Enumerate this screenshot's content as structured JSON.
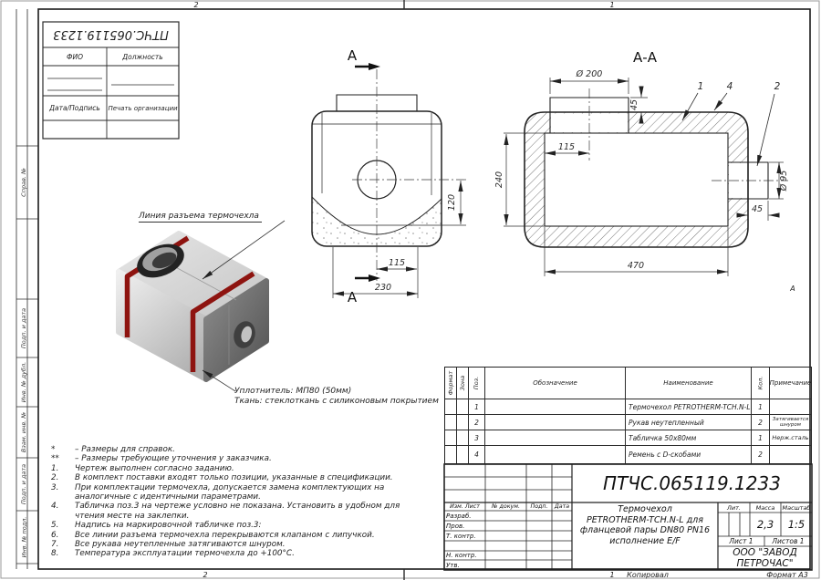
{
  "frame": {
    "zone_top_left": "2",
    "zone_top_right": "1",
    "zone_bottom_left": "2",
    "zone_bottom_right": "1",
    "zone_right": "А",
    "footer_copy": "Копировал",
    "footer_format": "Формат А3"
  },
  "left_margin": {
    "labels": [
      "Справ. №",
      "Подп. и дата",
      "Инв. № дубл.",
      "Взам. инв. №",
      "Подп. и дата",
      "Инв. № подл."
    ]
  },
  "stamp": {
    "doc_number": "ПТЧС.065119.1233",
    "fio": "ФИО",
    "position": "Должность",
    "date_sign": "Дата/Подпись",
    "org_stamp": "Печать организации"
  },
  "front_view": {
    "section_letter": "А",
    "dim_120": "120",
    "dim_115": "115",
    "dim_230": "230"
  },
  "section_view": {
    "title": "А-А",
    "dim_d200": "Ø 200",
    "dim_45_top": "45",
    "dim_115": "115",
    "dim_240": "240",
    "dim_470": "470",
    "dim_d95": "Ø 95",
    "dim_45_right": "45",
    "callout_1": "1",
    "callout_4": "4",
    "callout_2": "2"
  },
  "iso_view": {
    "parting_line_label": "Линия разъема термочехла",
    "material_note_1": "Уплотнитель: МП80 (50мм)",
    "material_note_2": "Ткань: стеклоткань с силиконовым покрытием",
    "strap_color": "#8e1410"
  },
  "notes": [
    {
      "n": "*",
      "t": "– Размеры для справок."
    },
    {
      "n": "**",
      "t": "– Размеры требующие уточнения у заказчика."
    },
    {
      "n": "1.",
      "t": "Чертеж выполнен согласно заданию."
    },
    {
      "n": "2.",
      "t": "В комплект поставки входят только позиции, указанные в спецификации."
    },
    {
      "n": "3.",
      "t": "При комплектации термочехла, допускается замена комплектующих на аналогичные с идентичными параметрами."
    },
    {
      "n": "4.",
      "t": "Табличка поз.3 на чертеже условно не показана. Установить в удобном для чтения месте на заклепки."
    },
    {
      "n": "5.",
      "t": "Надпись на маркировочной табличке поз.3:"
    },
    {
      "n": "6.",
      "t": "Все линии разъема термочехла перекрываются клапаном с липучкой."
    },
    {
      "n": "7.",
      "t": "Все рукава неутепленные затягиваются шнуром."
    },
    {
      "n": "8.",
      "t": "Температура эксплуатации термочехла до +100°С."
    }
  ],
  "spec_table": {
    "headers": {
      "format": "Формат",
      "zone": "Зона",
      "pos": "Поз.",
      "designation": "Обозначение",
      "name": "Наименование",
      "qty": "Кол.",
      "note": "Примечание"
    },
    "rows": [
      {
        "pos": "1",
        "name": "Термочехол PETROTHERM-TCH.N-L",
        "qty": "1",
        "note": ""
      },
      {
        "pos": "2",
        "name": "Рукав неутепленный",
        "qty": "2",
        "note": "Затягивается шнуром"
      },
      {
        "pos": "3",
        "name": "Табличка 50х80мм",
        "qty": "1",
        "note": "Нерж.сталь"
      },
      {
        "pos": "4",
        "name": "Ремень с D-скобами",
        "qty": "2",
        "note": ""
      }
    ]
  },
  "title_block": {
    "doc_number": "ПТЧС.065119.1233",
    "col_izm": "Изм. Лист",
    "col_doc": "№ докум.",
    "col_sign": "Подп.",
    "col_date": "Дата",
    "row_razrab": "Разраб.",
    "row_prov": "Пров.",
    "row_tkontr": "Т. контр.",
    "row_nkontr": "Н. контр.",
    "row_utv": "Утв.",
    "title_line1": "Термочехол",
    "title_line2": "PETROTHERM-TCH.N-L для",
    "title_line3": "фланцевой пары DN80 PN16",
    "title_line4": "исполнение E/F",
    "lit_label": "Лит.",
    "mass_label": "Масса",
    "scale_label": "Масштаб",
    "mass_value": "2,3",
    "scale_value": "1:5",
    "sheet": "Лист 1",
    "sheets": "Листов 1",
    "company_line1": "ООО \"ЗАВОД",
    "company_line2": "ПЕТРОЧАС\""
  }
}
